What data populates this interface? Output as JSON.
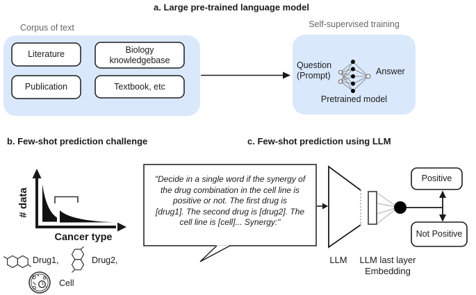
{
  "colors": {
    "panel_blue": "#dae8fc",
    "muted_label": "#666666",
    "ink": "#1a1a1a"
  },
  "panel_a": {
    "title": "a. Large pre-trained language model",
    "corpus_label": "Corpus of text",
    "corpus_items": [
      "Literature",
      "Biology knowledgebase",
      "Publication",
      "Textbook, etc"
    ],
    "training_label": "Self-supervised training",
    "question": "Question",
    "prompt_paren": "(Prompt)",
    "answer": "Answer",
    "pretrained_model": "Pretrained model"
  },
  "panel_b": {
    "title": "b. Few-shot prediction challenge",
    "y_axis_label": "# data",
    "x_axis_label": "Cancer type",
    "drug1_label": "Drug1,",
    "drug2_label": "Drug2,",
    "cell_label": "Cell"
  },
  "panel_c": {
    "title": "c. Few-shot prediction using LLM",
    "prompt_lines": [
      "\"Decide in a single word if the synergy of",
      "the drug combination in the cell line is",
      "positive or not. The first drug is",
      "[drug1]. The second drug is [drug2]. The",
      "cell line is [cell]... Synergy:\""
    ],
    "llm_label": "LLM",
    "embedding_label_line1": "LLM last layer",
    "embedding_label_line2": "Embedding",
    "output_positive": "Positive",
    "output_not_positive": "Not Positive"
  }
}
